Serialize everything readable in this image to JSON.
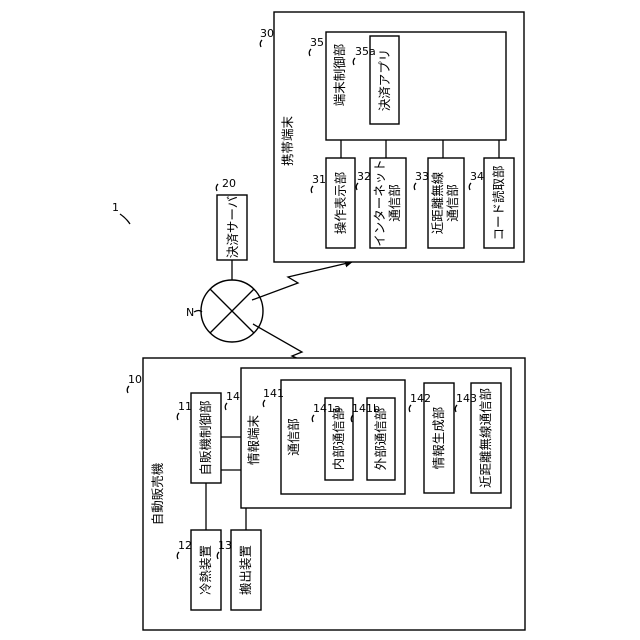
{
  "system": {
    "ref": "1"
  },
  "network": {
    "ref": "N"
  },
  "payment_server": {
    "ref": "20",
    "label": "決済サーバ"
  },
  "mobile_terminal": {
    "ref": "30",
    "label": "携帯端末",
    "controller": {
      "ref": "35",
      "label": "端末制御部"
    },
    "payment_app": {
      "ref": "35a",
      "label": "決済アプリ"
    },
    "operation_display": {
      "ref": "31",
      "label": "操作表示部"
    },
    "internet_comm": {
      "ref": "32",
      "label_line1": "インターネット",
      "label_line2": "通信部"
    },
    "short_range_comm": {
      "ref": "33",
      "label_line1": "近距離無線",
      "label_line2": "通信部"
    },
    "code_reader": {
      "ref": "34",
      "label": "コード読取部"
    }
  },
  "vending_machine": {
    "ref": "10",
    "label": "自動販売機",
    "vm_controller": {
      "ref": "11",
      "label": "自販機制御部"
    },
    "cooling_heating": {
      "ref": "12",
      "label": "冷熱装置"
    },
    "dispensing": {
      "ref": "13",
      "label": "搬出装置"
    },
    "info_terminal": {
      "ref": "14",
      "label": "情報端末",
      "comm_unit": {
        "ref": "141",
        "label": "通信部"
      },
      "internal_comm": {
        "ref": "141a",
        "label": "内部通信部"
      },
      "external_comm": {
        "ref": "141b",
        "label": "外部通信部"
      },
      "info_generator": {
        "ref": "142",
        "label": "情報生成部"
      },
      "short_range_comm": {
        "ref": "143",
        "label": "近距離無線通信部"
      }
    }
  }
}
